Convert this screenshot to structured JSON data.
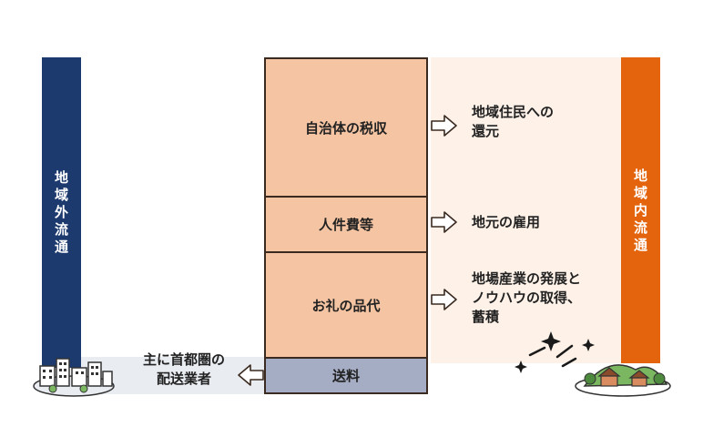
{
  "outflow_label": [
    "地",
    "域",
    "外",
    "流",
    "通"
  ],
  "inflow_label": [
    "地",
    "域",
    "内",
    "流",
    "通"
  ],
  "boxes": {
    "tax": "自治体の税収",
    "labor": "人件費等",
    "gift": "お礼の品代",
    "shipping": "送料"
  },
  "effects": {
    "tax_line1": "地域住民への",
    "tax_line2": "還元",
    "labor": "地元の雇用",
    "gift_line1": "地場産業の発展と",
    "gift_line2": "ノウハウの取得、",
    "gift_line3": "蓄積"
  },
  "shipping_dest": {
    "line1": "主に首都圏の",
    "line2": "配送業者"
  },
  "colors": {
    "outflow": "#1c3a6e",
    "inflow": "#e3640c",
    "box": "#f5c4a2",
    "shipping_box": "#a5adc4"
  },
  "icons": [
    "city-icon",
    "village-icon",
    "sparkle-icon"
  ]
}
